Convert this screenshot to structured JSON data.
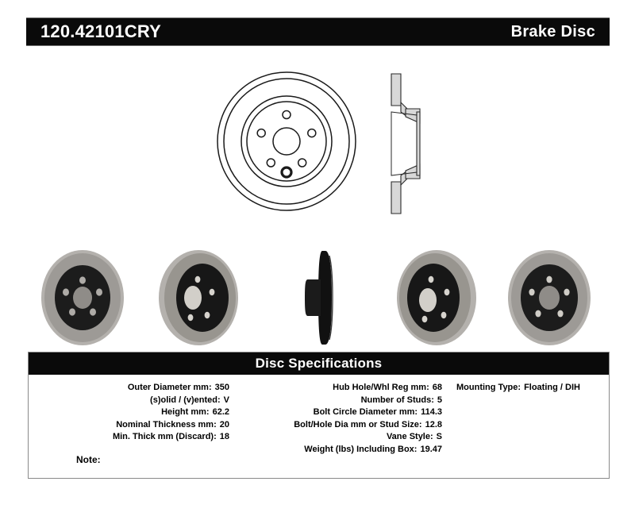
{
  "header": {
    "part_number": "120.42101CRY",
    "product_type": "Brake Disc"
  },
  "drawings": {
    "face_view_name": "disc-face-line-drawing",
    "profile_view_name": "disc-cross-section-line-drawing"
  },
  "photos": [
    {
      "name": "rotor-photo-front-face"
    },
    {
      "name": "rotor-photo-angled-left"
    },
    {
      "name": "rotor-photo-edge-profile"
    },
    {
      "name": "rotor-photo-angled-right"
    },
    {
      "name": "rotor-photo-rear-face"
    }
  ],
  "specifications": {
    "title": "Disc Specifications",
    "left_column": [
      {
        "label": "Outer Diameter mm:",
        "value": "350"
      },
      {
        "label": "(s)olid / (v)ented:",
        "value": "V"
      },
      {
        "label": "Height mm:",
        "value": "62.2"
      },
      {
        "label": "Nominal Thickness mm:",
        "value": "20"
      },
      {
        "label": "Min. Thick mm (Discard):",
        "value": "18"
      }
    ],
    "middle_column": [
      {
        "label": "Hub Hole/Whl Reg mm:",
        "value": "68"
      },
      {
        "label": "Number of Studs:",
        "value": "5"
      },
      {
        "label": "Bolt Circle Diameter mm:",
        "value": "114.3"
      },
      {
        "label": "Bolt/Hole Dia mm or Stud Size:",
        "value": "12.8"
      },
      {
        "label": "Vane Style:",
        "value": "S"
      },
      {
        "label": "Weight (lbs) Including Box:",
        "value": "19.47"
      }
    ],
    "right_column": [
      {
        "label": "Mounting Type:",
        "value": "Floating / DIH"
      }
    ],
    "note": {
      "label": "Note:",
      "value": ""
    }
  },
  "colors": {
    "bar_background": "#0a0a0a",
    "bar_text": "#ffffff",
    "panel_border": "#8a8a8a",
    "page_background": "#ffffff"
  }
}
